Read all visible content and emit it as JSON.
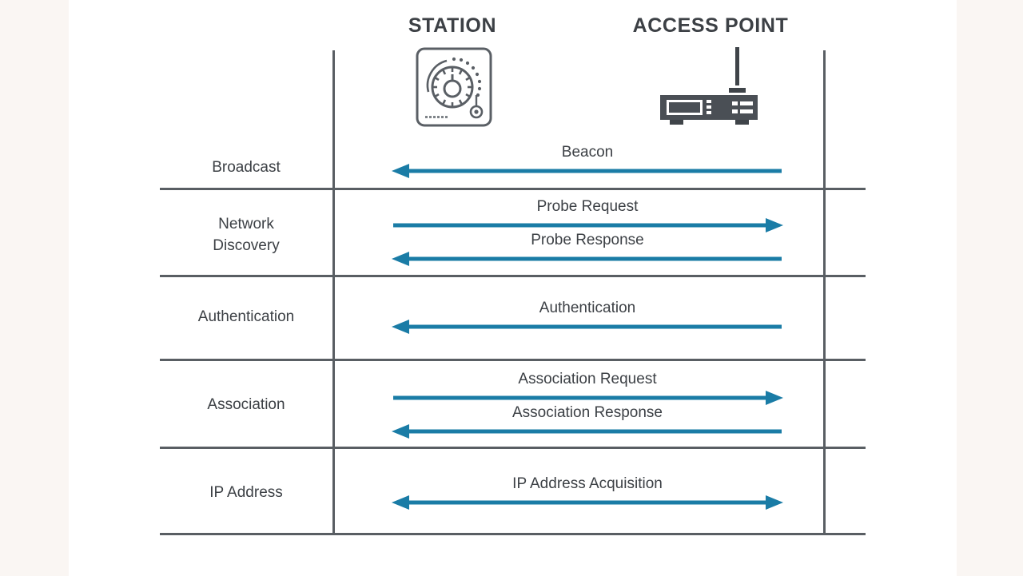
{
  "diagram": {
    "title_station": "STATION",
    "title_access_point": "ACCESS POINT",
    "colors": {
      "arrow": "#1a7ca6",
      "rule": "#595e63",
      "text": "#3c4045",
      "device_dark": "#4a4f55",
      "page_band": "#faf6f3"
    },
    "icons": {
      "station": "thermostat-device-icon",
      "access_point": "wireless-router-icon"
    },
    "phases": [
      {
        "label": "Broadcast"
      },
      {
        "label_line1": "Network",
        "label_line2": "Discovery"
      },
      {
        "label": "Authentication"
      },
      {
        "label": "Association"
      },
      {
        "label": "IP Address"
      }
    ],
    "messages": [
      {
        "text": "Beacon",
        "direction": "left"
      },
      {
        "text": "Probe Request",
        "direction": "right"
      },
      {
        "text": "Probe Response",
        "direction": "left"
      },
      {
        "text": "Authentication",
        "direction": "left"
      },
      {
        "text": "Association Request",
        "direction": "right"
      },
      {
        "text": "Association Response",
        "direction": "left"
      },
      {
        "text": "IP Address Acquisition",
        "direction": "both"
      }
    ]
  }
}
